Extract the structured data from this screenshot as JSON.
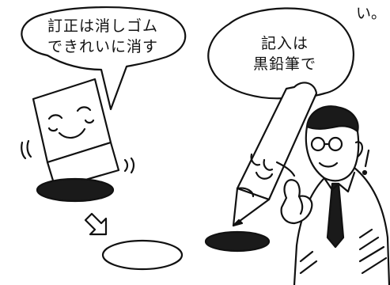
{
  "corner_text": "い。",
  "bubble_eraser": {
    "line1": "訂正は消しゴム",
    "line2": "できれいに消す"
  },
  "bubble_pencil": {
    "line1": "記入は",
    "line2": "黒鉛筆で"
  },
  "colors": {
    "ink": "#111111",
    "paper": "#ffffff",
    "mark_fill": "#1a1a1a"
  }
}
